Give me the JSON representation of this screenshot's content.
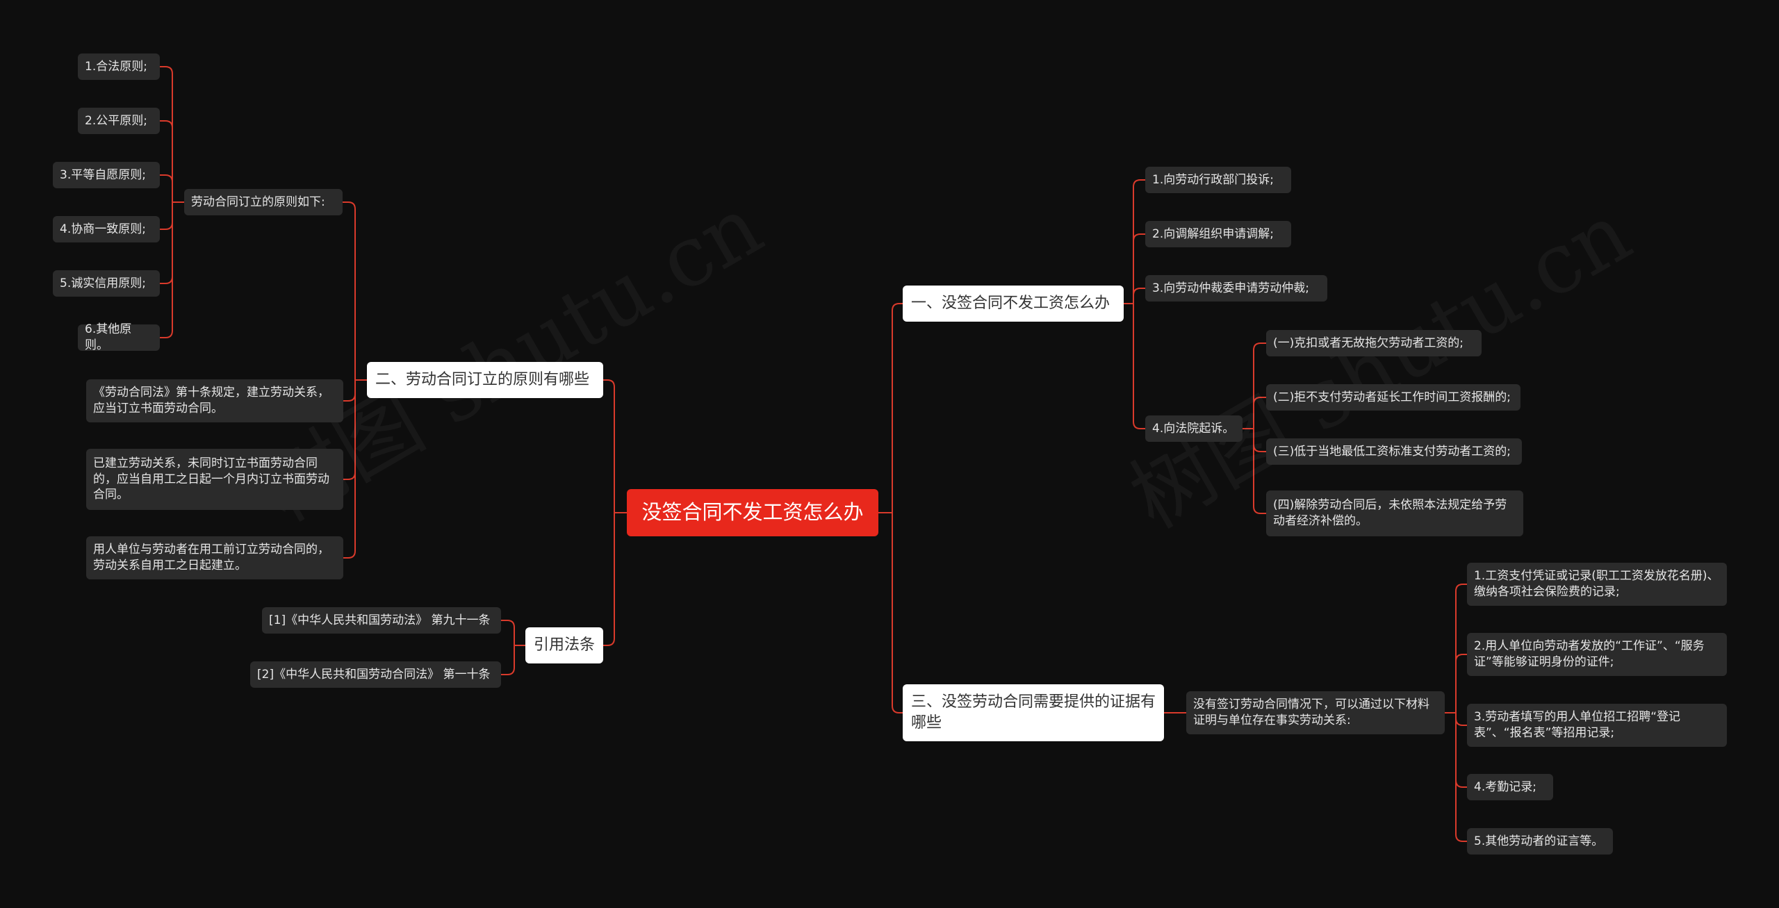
{
  "root": {
    "label": "没签合同不发工资怎么办"
  },
  "branches": {
    "b1": {
      "label": "一、没签合同不发工资怎么办"
    },
    "b2": {
      "label": "二、劳动合同订立的原则有哪些"
    },
    "b3": {
      "label": "三、没签劳动合同需要提供的证据有哪些"
    },
    "b4": {
      "label": "引用法条"
    }
  },
  "b1_items": [
    "1.向劳动行政部门投诉;",
    "2.向调解组织申请调解;",
    "3.向劳动仲裁委申请劳动仲裁;",
    "4.向法院起诉。"
  ],
  "b1_sub": [
    "(一)克扣或者无故拖欠劳动者工资的;",
    "(二)拒不支付劳动者延长工作时间工资报酬的;",
    "(三)低于当地最低工资标准支付劳动者工资的;",
    "(四)解除劳动合同后，未依照本法规定给予劳动者经济补偿的。"
  ],
  "b2_head": "劳动合同订立的原则如下:",
  "b2_principles": [
    "1.合法原则;",
    "2.公平原则;",
    "3.平等自愿原则;",
    "4.协商一致原则;",
    "5.诚实信用原则;",
    "6.其他原则。"
  ],
  "b2_notes": [
    "《劳动合同法》第十条规定，建立劳动关系，应当订立书面劳动合同。",
    "已建立劳动关系，未同时订立书面劳动合同的，应当自用工之日起一个月内订立书面劳动合同。",
    "用人单位与劳动者在用工前订立劳动合同的，劳动关系自用工之日起建立。"
  ],
  "b3_mid": "没有签订劳动合同情况下，可以通过以下材料证明与单位存在事实劳动关系:",
  "b3_items": [
    "1.工资支付凭证或记录(职工工资发放花名册)、缴纳各项社会保险费的记录;",
    "2.用人单位向劳动者发放的“工作证”、“服务证”等能够证明身份的证件;",
    "3.劳动者填写的用人单位招工招聘“登记表”、“报名表”等招用记录;",
    "4.考勤记录;",
    "5.其他劳动者的证言等。"
  ],
  "b4_items": [
    "[1]《中华人民共和国劳动法》 第九十一条",
    "[2]《中华人民共和国劳动合同法》 第一十条"
  ],
  "colors": {
    "accent": "#e8281c",
    "line": "#d93a2b",
    "background": "#0e0e0e",
    "leaf": "#2b2b2b"
  }
}
